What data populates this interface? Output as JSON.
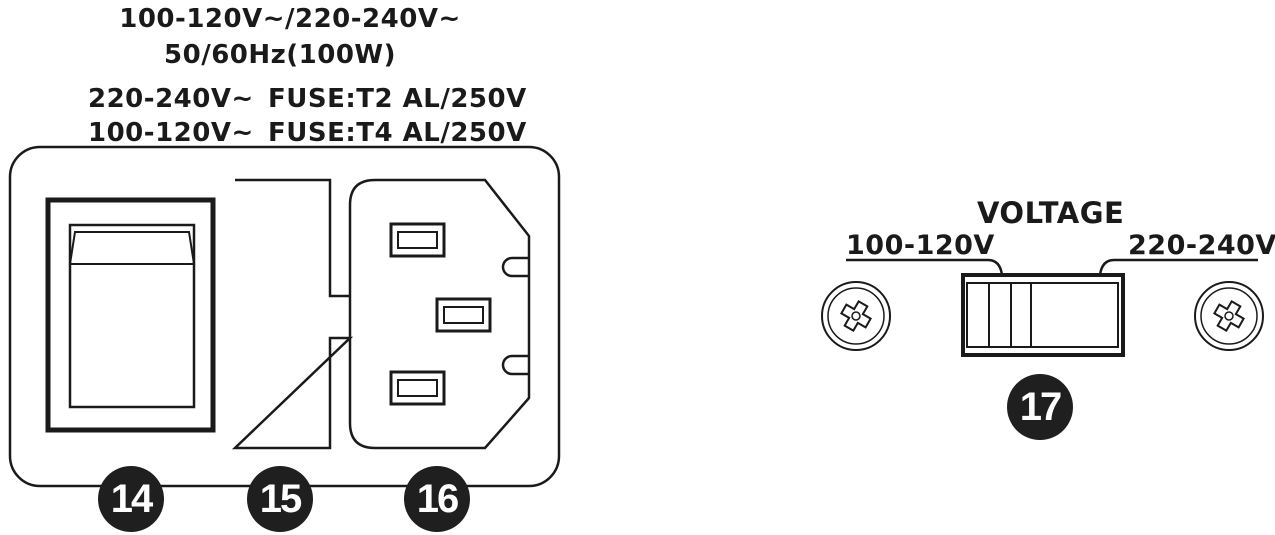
{
  "rating": {
    "line1": "100-120V~/220-240V~",
    "line2": "50/60Hz(100W)"
  },
  "fuse": {
    "row1_voltage": "220-240V~",
    "row1_fuse": "FUSE:T2 AL/250V",
    "row2_voltage": "100-120V~",
    "row2_fuse": "FUSE:T4 AL/250V"
  },
  "voltage_selector": {
    "title": "VOLTAGE",
    "left_label": "100-120V",
    "right_label": "220-240V",
    "selected": "220-240V"
  },
  "callouts": {
    "power_switch": "14",
    "fuse_holder": "15",
    "ac_inlet": "16",
    "voltage_switch": "17"
  },
  "colors": {
    "ink": "#1a1a1a",
    "callout_fill": "#1f1f1f",
    "callout_text": "#ffffff",
    "background": "#ffffff"
  }
}
